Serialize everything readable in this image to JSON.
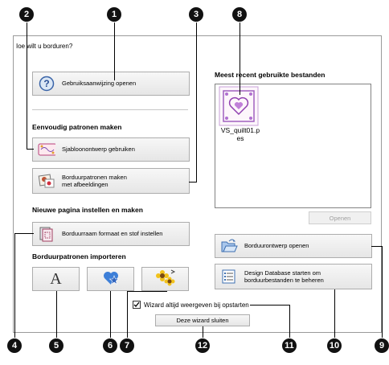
{
  "dialog": {
    "title": "Ioe wilt u borduren?",
    "help_button": "Gebruiksaanwijzing openen",
    "easy_section": "Eenvoudig patronen maken",
    "template_button": "Sjabloonontwerp gebruiken",
    "photo_button_line1": "Borduurpatronen maken",
    "photo_button_line2": "met afbeeldingen",
    "new_page_section": "Nieuwe pagina instellen en maken",
    "hoop_button": "Borduurraam formaat en stof instellen",
    "import_section": "Borduurpatronen importeren",
    "recent_section": "Meest recent gebruikte bestanden",
    "recent_file_line1": "VS_quilt01.p",
    "recent_file_line2": "es",
    "open_button": "Openen",
    "open_design_button": "Borduurontwerp openen",
    "database_button_line1": "Design Database starten om",
    "database_button_line2": "borduurbestanden te beheren",
    "wizard_checkbox": "Wizard altijd weergeven bij opstarten",
    "close_button": "Deze wizard sluiten",
    "font_glyph": "A"
  },
  "callouts": [
    "1",
    "2",
    "3",
    "8",
    "4",
    "5",
    "6",
    "7",
    "12",
    "11",
    "10",
    "9"
  ]
}
